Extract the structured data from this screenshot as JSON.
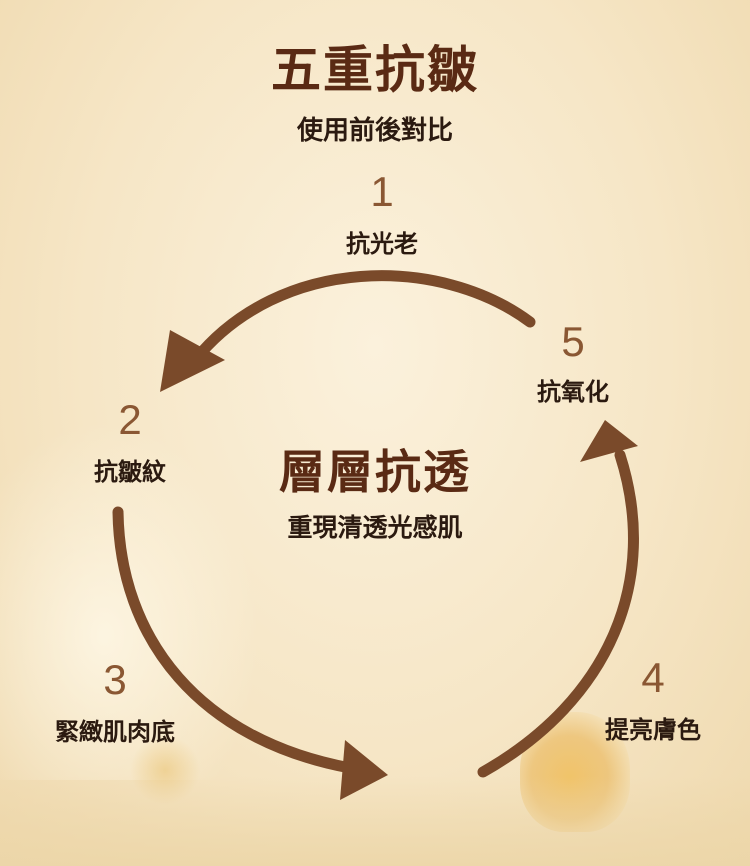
{
  "header": {
    "title": "五重抗皺",
    "subtitle": "使用前後對比"
  },
  "center": {
    "title": "層層抗透",
    "subtitle": "重現清透光感肌"
  },
  "steps": [
    {
      "number": "1",
      "label": "抗光老"
    },
    {
      "number": "2",
      "label": "抗皺紋"
    },
    {
      "number": "3",
      "label": "緊緻肌肉底"
    },
    {
      "number": "4",
      "label": "提亮膚色"
    },
    {
      "number": "5",
      "label": "抗氧化"
    }
  ],
  "colors": {
    "arrow": "#7a4a2a",
    "title": "#5a2a14",
    "number": "#8a5733",
    "text": "#2b1a10"
  }
}
